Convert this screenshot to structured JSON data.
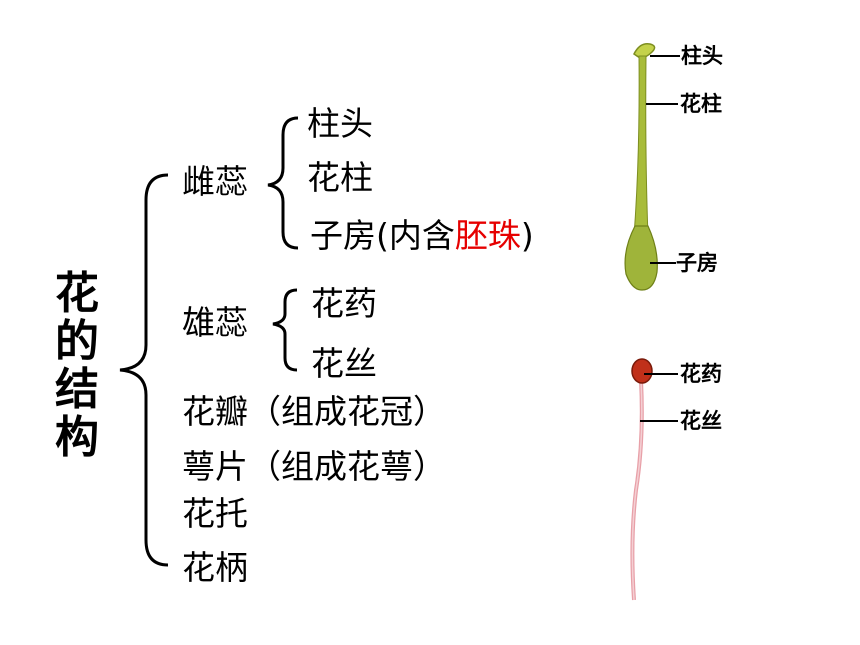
{
  "title_chars": [
    "花",
    "的",
    "结",
    "构"
  ],
  "pistil": {
    "label": "雌蕊",
    "parts": {
      "stigma": "柱头",
      "style": "花柱",
      "ovary_prefix": "子房(内含",
      "ovule": "胚珠",
      "ovary_suffix": ")"
    }
  },
  "stamen": {
    "label": "雄蕊",
    "parts": {
      "anther": "花药",
      "filament": "花丝"
    }
  },
  "others": {
    "petal": "花瓣（组成花冠）",
    "sepal": "萼片（组成花萼）",
    "receptacle": "花托",
    "pedicel": "花柄"
  },
  "pistil_figure_labels": [
    "柱头",
    "花柱",
    "子房"
  ],
  "stamen_figure_labels": [
    "花药",
    "花丝"
  ],
  "colors": {
    "highlight": "#e60000",
    "pistil_green": "#9fb43a",
    "anther_red": "#c0301a",
    "filament_pink": "#e8a0a8"
  }
}
